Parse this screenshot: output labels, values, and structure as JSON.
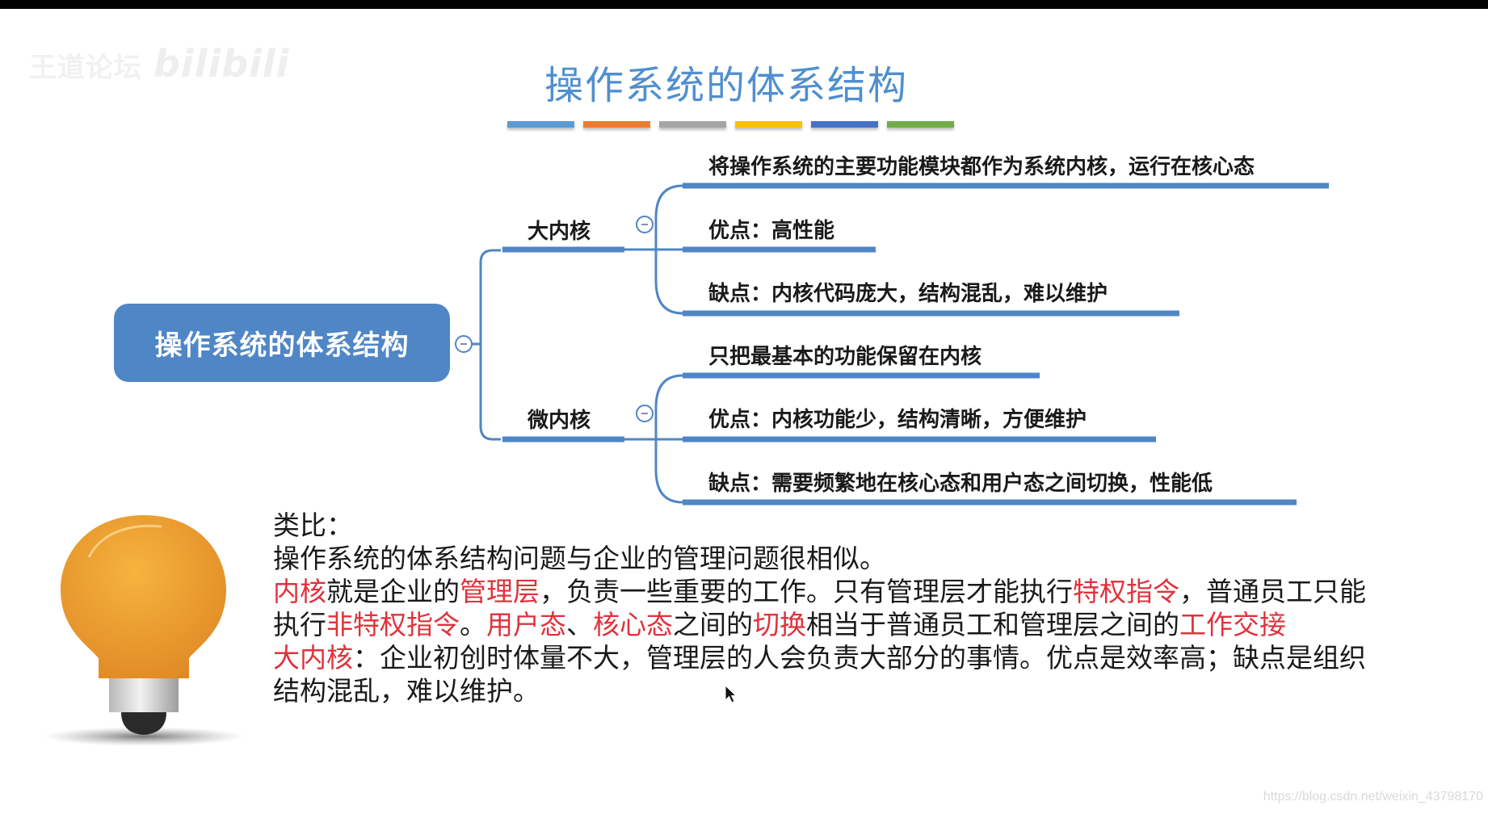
{
  "watermarks": {
    "top_left": "王道论坛",
    "top_left_logo": "bilibili",
    "bottom_right": "https://blog.csdn.net/weixin_43798170"
  },
  "slide": {
    "title": "操作系统的体系结构",
    "color_bars": [
      "#5b9bd5",
      "#ed7d31",
      "#a5a5a5",
      "#ffc000",
      "#4472c4",
      "#70ad47"
    ]
  },
  "mindmap": {
    "root": {
      "label": "操作系统的体系结构",
      "color": "#4f86c6"
    },
    "branches": [
      {
        "label": "大内核",
        "children": [
          "将操作系统的主要功能模块都作为系统内核，运行在核心态",
          "优点：高性能",
          "缺点：内核代码庞大，结构混乱，难以维护"
        ]
      },
      {
        "label": "微内核",
        "children": [
          "只把最基本的功能保留在内核",
          "优点：内核功能少，结构清晰，方便维护",
          "缺点：需要频繁地在核心态和用户态之间切换，性能低"
        ]
      }
    ],
    "line_color": "#4f86c6"
  },
  "analogy": {
    "icon": "lightbulb-icon",
    "heading": "类比：",
    "line1": "操作系统的体系结构问题与企业的管理问题很相似。",
    "line2": [
      {
        "t": "内核",
        "red": true
      },
      {
        "t": "就是企业的",
        "red": false
      },
      {
        "t": "管理层",
        "red": true
      },
      {
        "t": "，负责一些重要的工作。只有管理层才能执行",
        "red": false
      },
      {
        "t": "特权指令",
        "red": true
      },
      {
        "t": "，普通员工只能",
        "red": false
      }
    ],
    "line3": [
      {
        "t": "执行",
        "red": false
      },
      {
        "t": "非特权指令",
        "red": true
      },
      {
        "t": "。",
        "red": false
      },
      {
        "t": "用户态",
        "red": true
      },
      {
        "t": "、",
        "red": false
      },
      {
        "t": "核心态",
        "red": true
      },
      {
        "t": "之间的",
        "red": false
      },
      {
        "t": "切换",
        "red": true
      },
      {
        "t": "相当于普通员工和管理层之间的",
        "red": false
      },
      {
        "t": "工作交接",
        "red": true
      }
    ],
    "line4": [
      {
        "t": "大内核",
        "red": true
      },
      {
        "t": "：企业初创时体量不大，管理层的人会负责大部分的事情。优点是效率高；缺点是组织",
        "red": false
      }
    ],
    "line5": "结构混乱，难以维护。",
    "highlight_color": "#e0323c"
  }
}
